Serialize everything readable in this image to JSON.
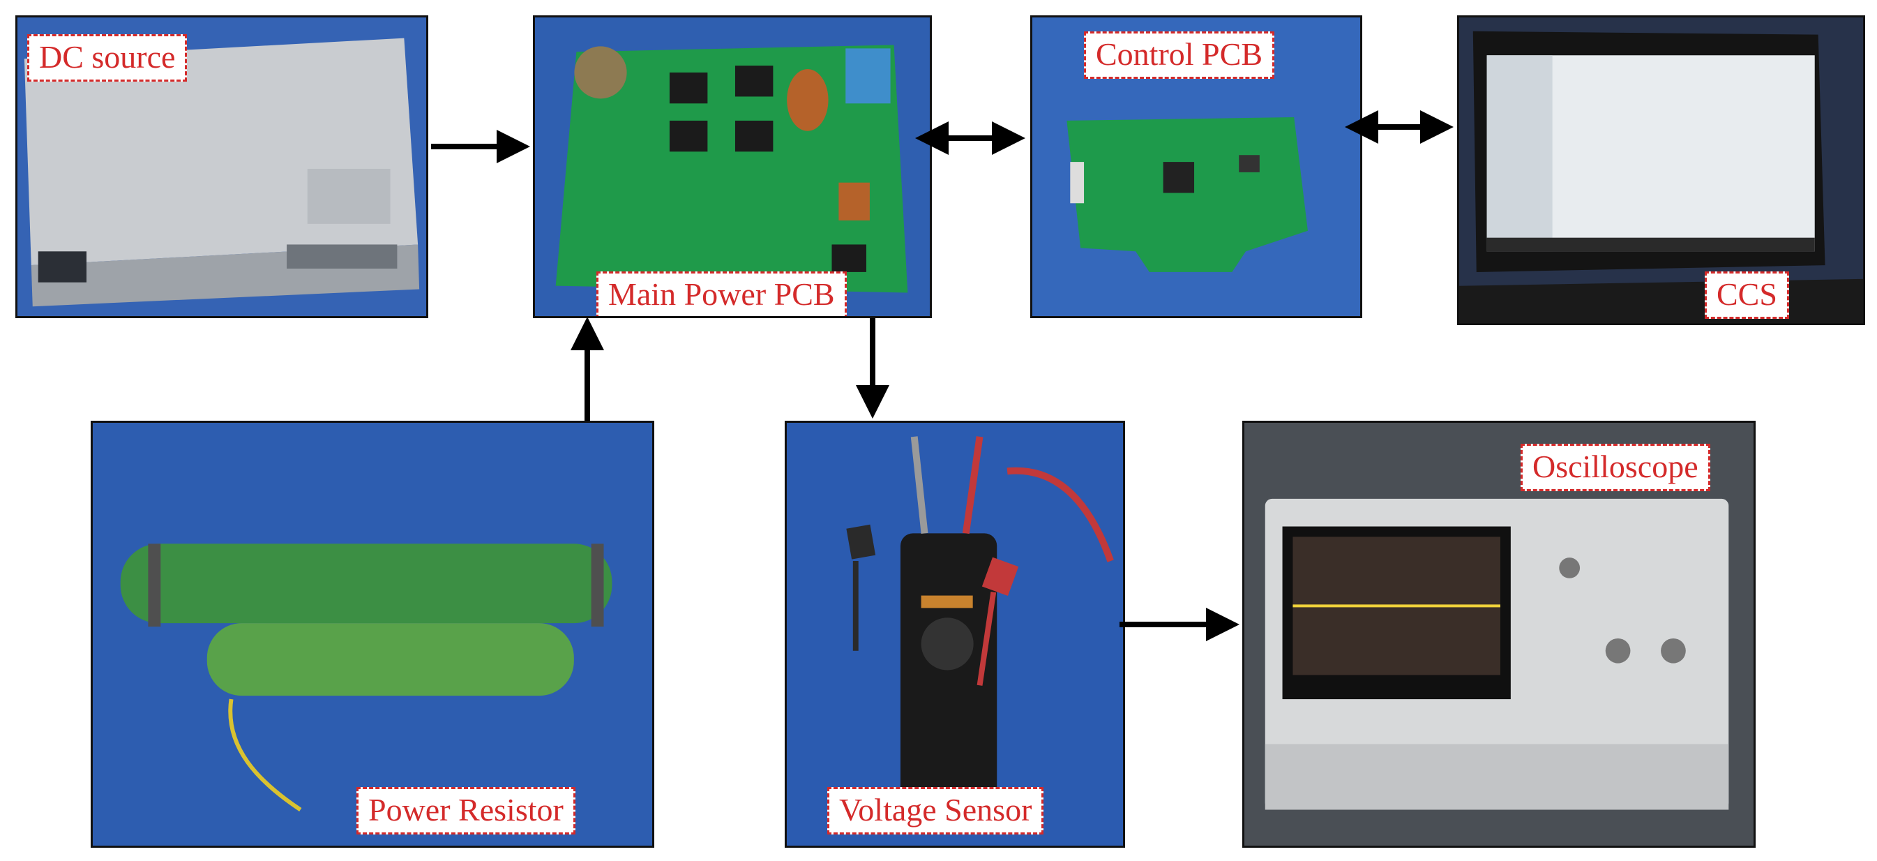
{
  "blocks": {
    "dc_source": "DC source",
    "main_power_pcb": "Main Power PCB",
    "control_pcb": "Control PCB",
    "ccs": "CCS",
    "power_resistor": "Power Resistor",
    "voltage_sensor": "Voltage Sensor",
    "oscilloscope": "Oscilloscope"
  },
  "colors": {
    "label_text": "#d42a2a",
    "label_border": "#d42a2a",
    "panel_border": "#111111",
    "arrow": "#000000"
  }
}
